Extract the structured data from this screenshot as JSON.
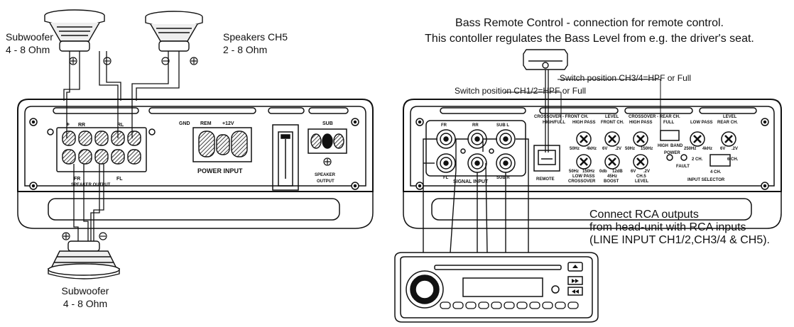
{
  "captions": {
    "subwoofer_top": "Subwoofer",
    "subwoofer_top_ohm": "4 - 8 Ohm",
    "speakers_ch5": "Speakers  CH5",
    "speakers_ch5_ohm": "2 - 8 Ohm",
    "subwoofer_bottom": "Subwoofer",
    "subwoofer_bottom_ohm": "4 - 8 Ohm",
    "bass_remote_line1": "Bass Remote Control - connection for remote control.",
    "bass_remote_line2": "This contoller regulates the Bass Level from e.g. the driver's seat.",
    "switch_ch34": "Switch position CH3/4=HPF or Full",
    "switch_ch12": "Switch position CH1/2=HPF or Full",
    "rca_line1": "Connect RCA outputs",
    "rca_line2": "from head-unit with RCA inputs",
    "rca_line3": "(LINE INPUT CH1/2,CH3/4 & CH5)."
  },
  "left_amp": {
    "rr_label": "RR",
    "rl_label": "RL",
    "fr_label": "FR",
    "fl_label": "FL",
    "speaker_output": "SPEAKER OUTPUT",
    "gnd": "GND",
    "rem": "REM",
    "plus12v": "+12V",
    "power_input": "POWER INPUT",
    "sub": "SUB",
    "speaker_output_sub_1": "SPEAKER",
    "speaker_output_sub_2": "OUTPUT"
  },
  "right_amp": {
    "fr": "FR",
    "rr": "RR",
    "sub_l": "SUB L",
    "fl": "FL",
    "sub_r": "SUB R",
    "signal_input": "SIGNAL INPUT",
    "remote": "REMOTE",
    "crossover_front": "CROSSOVER - FRONT CH.",
    "highfull": "HIGH/FULL",
    "high_pass": "HIGH PASS",
    "level": "LEVEL",
    "front_ch": "FRONT CH.",
    "crossover_rear": "CROSSOVER - REAR CH.",
    "full": "FULL",
    "low_pass": "LOW PASS",
    "rear_ch": "REAR CH.",
    "hz50": "50Hz",
    "khz4": "4kHz",
    "v6": "6V",
    "v2": ".2V",
    "hz150": "150Hz",
    "high": "HIGH",
    "band": "BAND",
    "hz250": "250Hz",
    "power": "POWER",
    "fault": "FAULT",
    "crossover": "CROSSOVER",
    "db0": "0db",
    "db12": "12dB",
    "hz45": "45Hz",
    "boost": "BOOST",
    "ch5_level_1": "CH.5",
    "ch5_level_2": "LEVEL",
    "input_selector": "INPUT SELECTOR",
    "ch2": "2 CH.",
    "ch4": "4 CH.",
    "ch6": "6 CH."
  },
  "colors": {
    "ink": "#111111",
    "panel": "#ffffff",
    "grey": "#d9d9d9"
  }
}
